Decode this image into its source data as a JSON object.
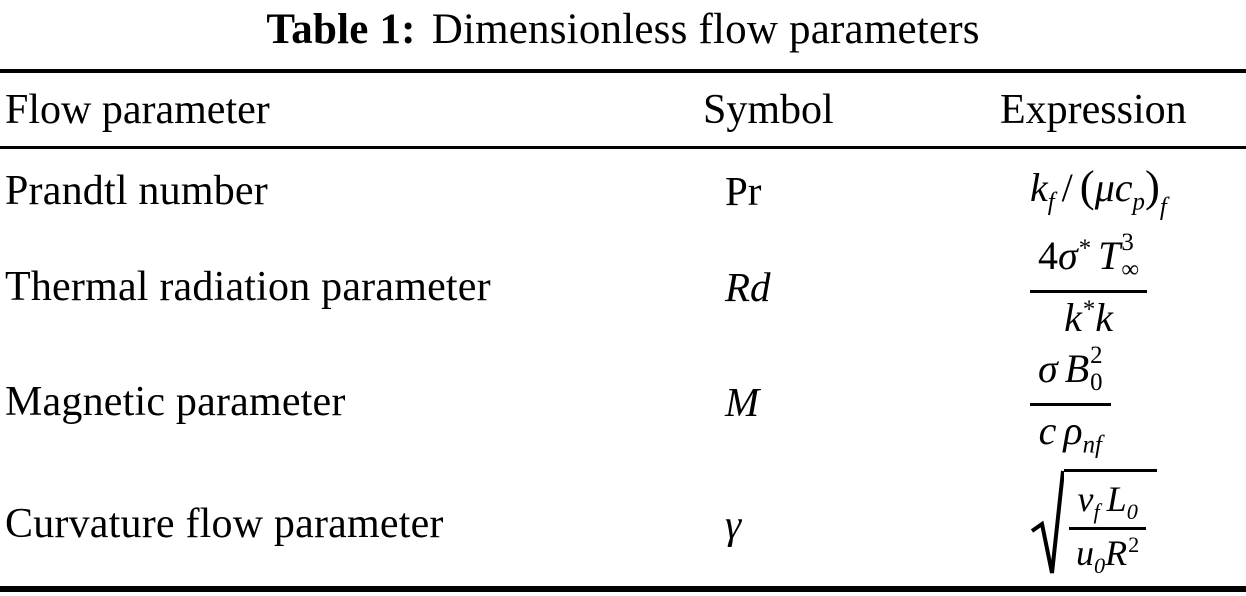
{
  "caption": {
    "label": "Table 1:",
    "text": "Dimensionless flow parameters"
  },
  "header": {
    "parameter": "Flow parameter",
    "symbol": "Symbol",
    "expression": "Expression"
  },
  "rows": [
    {
      "parameter": "Prandtl number",
      "symbol": "Pr",
      "expression_text": "k_f / (μc_p)_f",
      "expr": {
        "k": "k",
        "k_sub": "f",
        "slash": "/",
        "lp": "(",
        "muc": "μc",
        "muc_sub": "p",
        "rp": ")",
        "outer_sub": "f"
      }
    },
    {
      "parameter": "Thermal radiation parameter",
      "symbol": "Rd",
      "expression_text": "4σ*T∞³ / k*k",
      "expr": {
        "num": {
          "coef": "4",
          "sigma": "σ",
          "sigma_sup": "*",
          "T": "T",
          "T_sup": "3",
          "T_sub": "∞"
        },
        "den": {
          "k1": "k",
          "k1_sup": "*",
          "k2": "k"
        }
      }
    },
    {
      "parameter": "Magnetic parameter",
      "symbol": "M",
      "expression_text": "σB₀² / cρ_nf",
      "expr": {
        "num": {
          "sigma": "σ",
          "B": "B",
          "B_sup": "2",
          "B_sub": "0"
        },
        "den": {
          "c": "c",
          "rho": "ρ",
          "rho_sub": "nf"
        }
      }
    },
    {
      "parameter": "Curvature flow parameter",
      "symbol": "γ",
      "expression_text": "√(v_f L₀ / u₀R²)",
      "expr": {
        "num": {
          "v": "v",
          "v_sub": "f",
          "L": "L",
          "L_sub": "0"
        },
        "den": {
          "u": "u",
          "u_sub": "0",
          "R": "R",
          "R_sup": "2"
        }
      }
    }
  ]
}
